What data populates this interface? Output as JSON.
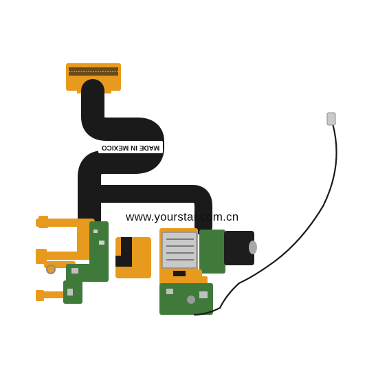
{
  "photo": {
    "subject": "flex cable with board-to-board connector, SIM holder, audio jack and antenna wire",
    "label_text": "MADE IN MEXICO",
    "watermark_text": "www.yourstar.com.cn"
  },
  "colors": {
    "background": "#ffffff",
    "flex_black": "#1a1a1a",
    "flex_orange": "#e89a1e",
    "pcb_green": "#3f7a3a",
    "metal": "#c9c9c9"
  }
}
